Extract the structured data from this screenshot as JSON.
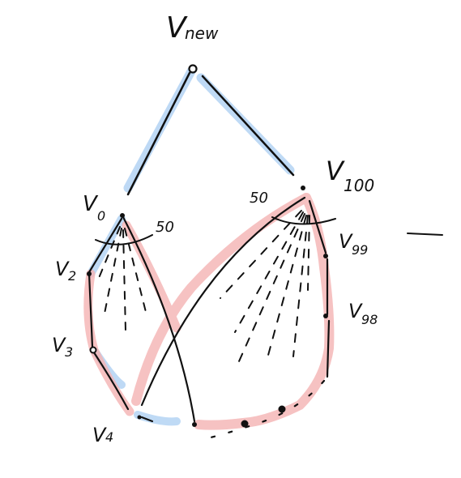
{
  "labels": {
    "vnew": "V",
    "vnew_sub": "new",
    "v100": "V",
    "v100_sub": "100",
    "v0": "V",
    "v0_sub": "0",
    "v99": "V",
    "v99_sub": "99",
    "v98": "V",
    "v98_sub": "98",
    "v2": "V",
    "v2_sub": "2",
    "v3": "V",
    "v3_sub": "3",
    "v4": "V",
    "v4_sub": "4",
    "fifty_left": "50",
    "fifty_right": "50"
  },
  "colors": {
    "ink": "#111111",
    "blue_highlight": "#a9cdf2",
    "red_highlight": "#f5b3b3",
    "background": "#ffffff"
  }
}
